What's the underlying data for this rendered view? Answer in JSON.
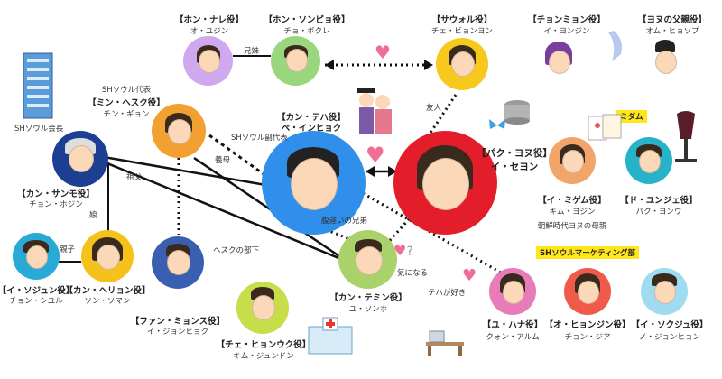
{
  "nodes": {
    "hong_nara": {
      "role": "【ホン・ナレ役】",
      "actor": "オ・ユジン",
      "color": "#d0a8ef"
    },
    "hong_sonpyo": {
      "role": "【ホン・ソンピョ役】",
      "actor": "チョ・ボクレ",
      "color": "#9ad67e"
    },
    "saul": {
      "role": "【サウォル役】",
      "actor": "チェ・ビョンヨン",
      "color": "#f7c91c"
    },
    "chonmyon": {
      "role": "【チョンミョン役】",
      "actor": "イ・ヨンジン",
      "color": "#ffffff"
    },
    "yona_father": {
      "role": "【ヨヌの父親役】",
      "actor": "オム・ヒョソプ",
      "color": "#ffffff"
    },
    "min_hesuk": {
      "role": "【ミン・ヘスク役】",
      "actor": "チン・ギョン",
      "color": "#f1a031",
      "extra": "SHソウル代表"
    },
    "kang_teha": {
      "role": "【カン・テハ役】",
      "actor": "ペ・インヒョク",
      "color": "#2f8fea"
    },
    "baek_yonu": {
      "role": "【パク・ヨヌ役】",
      "actor": "イ・セヨン",
      "color": "#e31d2a"
    },
    "kang_sanmo": {
      "role": "【カン・サンモ役】",
      "actor": "チョン・ホジン",
      "color": "#1c3f93"
    },
    "i_migyam": {
      "role": "【イ・ミゲム役】",
      "actor": "キム・ヨジン",
      "color": "#f1a56a",
      "extra": "朝鮮時代ヨヌの母親"
    },
    "do_yunjie": {
      "role": "【ド・ユンジェ役】",
      "actor": "パク・ヨンウ",
      "color": "#26b3c9"
    },
    "i_sojun": {
      "role": "【イ・ソジュン役】",
      "actor": "チョン・シユル",
      "color": "#29a9d6"
    },
    "kang_heryon": {
      "role": "【カン・ヘリョン役】",
      "actor": "ソン・ソマン",
      "color": "#f7c11c"
    },
    "fan_minsu": {
      "role": "【ファン・ミョンス役】",
      "actor": "イ・ジョンヒョク",
      "color": "#3a5fb0"
    },
    "kang_temin": {
      "role": "【カン・テミン役】",
      "actor": "ユ・ソンホ",
      "color": "#a9d26b"
    },
    "che_hyonuk": {
      "role": "【チェ・ヒョンウク役】",
      "actor": "キム・ジュンドン",
      "color": "#c7dd4a"
    },
    "yu_hana": {
      "role": "【ユ・ハナ役】",
      "actor": "クォン・アルム",
      "color": "#e77cb8"
    },
    "o_hyonjin": {
      "role": "【オ・ヒョンジン役】",
      "actor": "チョン・ジア",
      "color": "#ef5a4a"
    },
    "i_sokju": {
      "role": "【イ・ソクジュ役】",
      "actor": "ノ・ジョンヒョン",
      "color": "#9fdcef"
    }
  },
  "edges": {
    "siblings": "兄妹",
    "friend": "友人",
    "vice": "SHソウル副代表",
    "mother": "義母",
    "grandfather": "祖父",
    "daughter": "娘",
    "parent_child": "親子",
    "subordinate": "ヘスクの部下",
    "half_brother": "腹違いの兄弟",
    "curious": "気になる",
    "likes": "テハが好き"
  },
  "labels": {
    "chairman": "SHソウル会長",
    "midam": "ミダム",
    "marketing": "SHソウルマーケティング部"
  }
}
